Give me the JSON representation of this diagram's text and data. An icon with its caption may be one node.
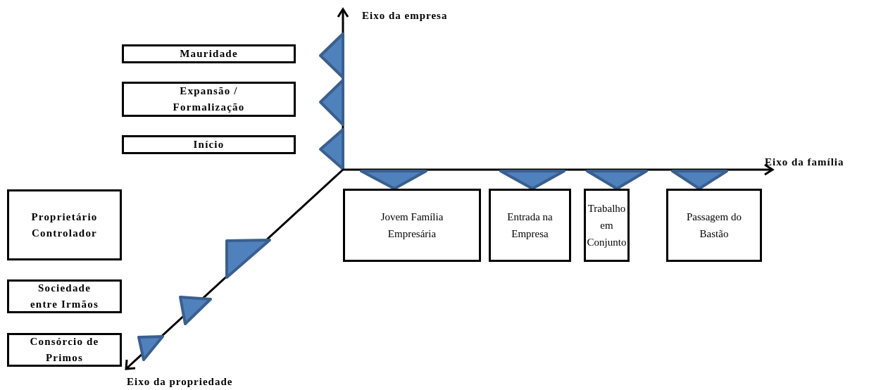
{
  "diagram": {
    "nodes": [
      {
        "text": [
          "Mauridade"
        ]
      },
      {
        "text": [
          "Expansão / Formalização"
        ]
      },
      {
        "text": [
          "Início"
        ]
      },
      {
        "text": [
          "Proprietário Controlador"
        ]
      },
      {
        "text": [
          "Jovem Família Empresária"
        ]
      },
      {
        "text": [
          "Entrada na Empresa"
        ]
      },
      {
        "text": [
          "Trabalho em Conjunto"
        ]
      },
      {
        "text": [
          "Passagem do Bastão"
        ]
      },
      {
        "text": [
          "Sociedade entre Irmãos"
        ]
      },
      {
        "text": [
          "Consórcio de Primos"
        ]
      }
    ],
    "labels": [
      "Eixo da empresa",
      "Eixo da família",
      "Eixo da propriedade"
    ]
  }
}
